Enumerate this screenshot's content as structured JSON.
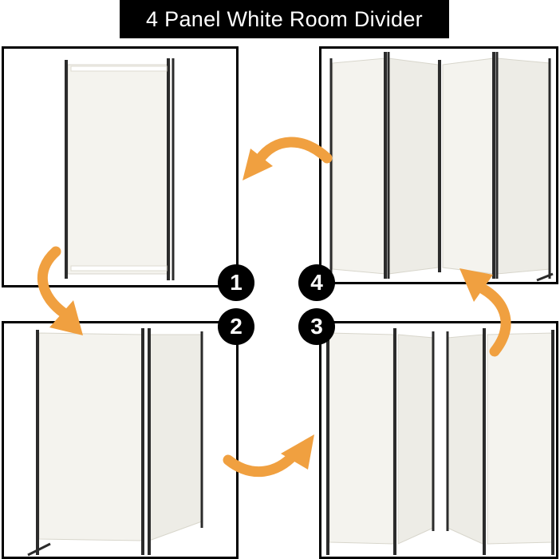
{
  "title": "4 Panel White Room Divider",
  "steps": [
    {
      "number": "1"
    },
    {
      "number": "2"
    },
    {
      "number": "3"
    },
    {
      "number": "4"
    }
  ],
  "colors": {
    "badge": "#000000",
    "arrow": "#F0A040",
    "fabric": "#F4F3EE",
    "frame_pole": "#2B2B2B"
  },
  "icons": [
    "curved-arrow-icon"
  ]
}
